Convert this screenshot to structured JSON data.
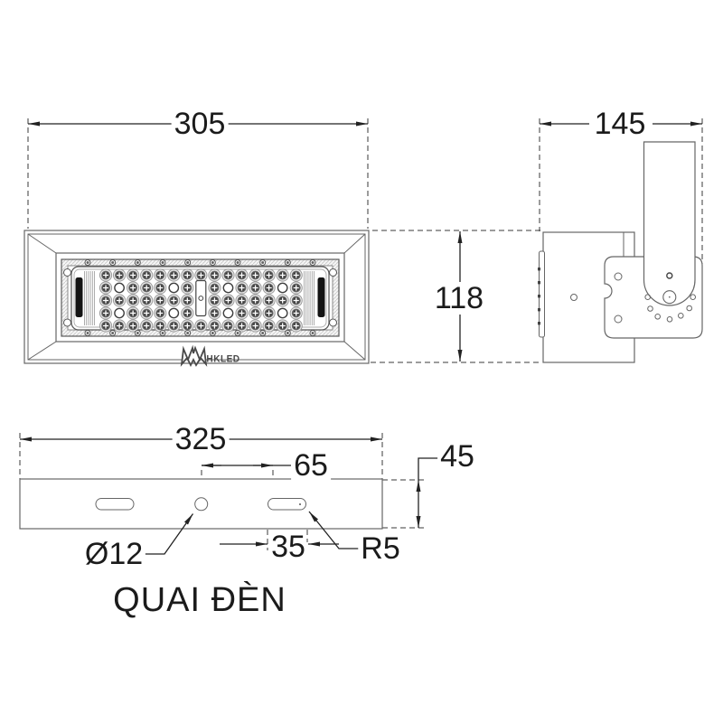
{
  "drawing": {
    "caption": "QUAI ĐÈN",
    "logo_text": "HKLED",
    "dims": {
      "front_width": "305",
      "side_depth": "145",
      "side_height": "118",
      "bracket_length": "325",
      "hole_offset": "65",
      "bracket_height": "45",
      "hole_diameter": "Ø12",
      "slot_length": "35",
      "slot_radius": "R5"
    },
    "led_grid": {
      "cols": 15,
      "rows": 5,
      "plain_cols": [
        1,
        5,
        9,
        13
      ],
      "plain_rows": [
        1,
        3
      ],
      "connector_col": 7
    },
    "rivet_count": 10,
    "colors": {
      "line": "#666666",
      "dim": "#222222",
      "dash": "#3a3a3a",
      "led_dark": "#3f3f3f"
    }
  }
}
